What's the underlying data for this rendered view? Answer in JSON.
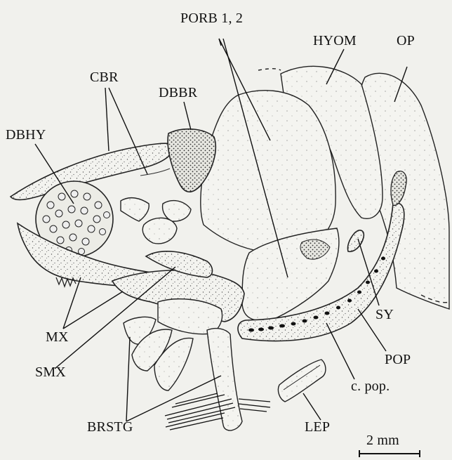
{
  "labels": {
    "porb": "PORB 1, 2",
    "hyom": "HYOM",
    "op": "OP",
    "cbr": "CBR",
    "dbbr": "DBBR",
    "dbhy": "DBHY",
    "sy": "SY",
    "mx": "MX",
    "pop": "POP",
    "smx": "SMX",
    "c_pop": "c. pop.",
    "brstg": "BRSTG",
    "lep": "LEP"
  },
  "scale_bar": {
    "label": "2 mm"
  }
}
